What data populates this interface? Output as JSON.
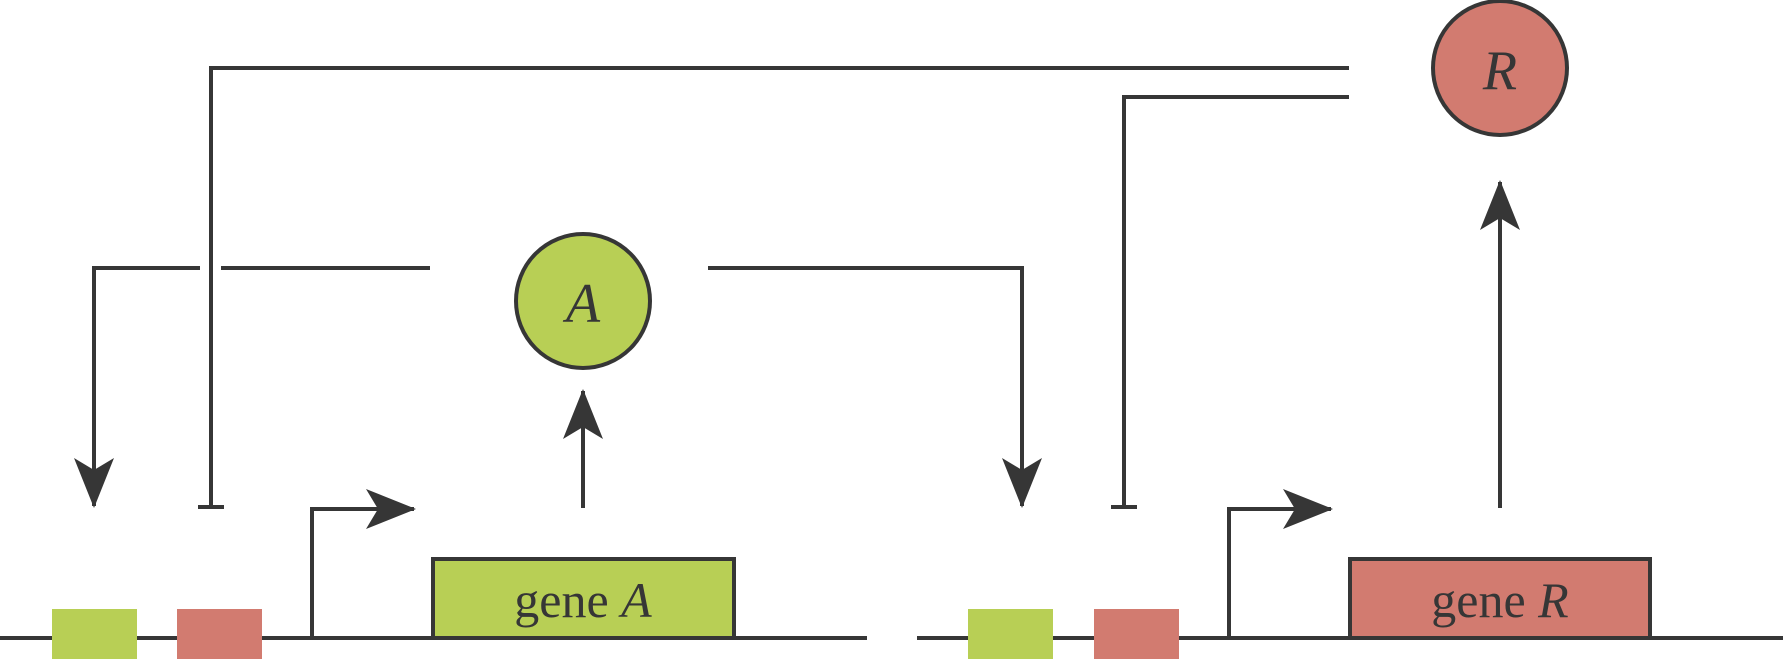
{
  "colors": {
    "activator": "#b8cf55",
    "repressor": "#d27b70",
    "line": "#363636"
  },
  "nodes": {
    "protein_a": {
      "label": "A"
    },
    "protein_r": {
      "label": "R"
    }
  },
  "genes": {
    "gene_a": {
      "prefix": "gene ",
      "name": "A"
    },
    "gene_r": {
      "prefix": "gene ",
      "name": "R"
    }
  }
}
